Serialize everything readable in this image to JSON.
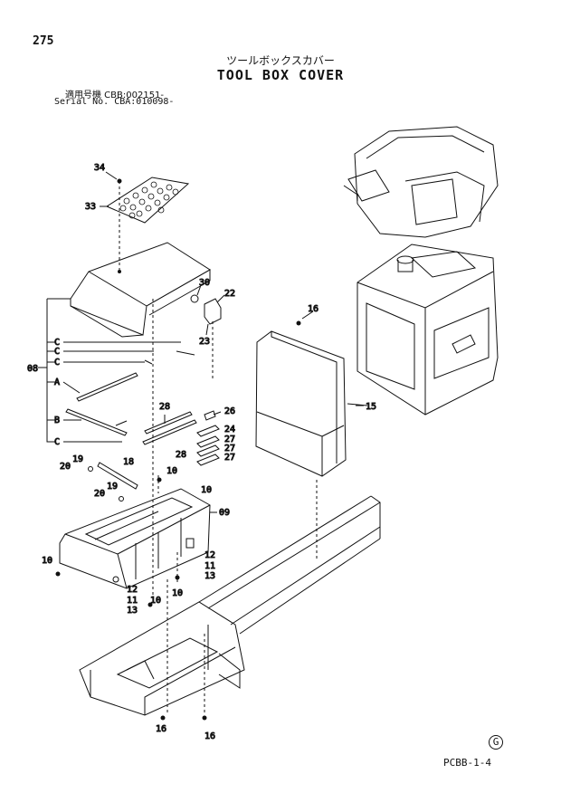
{
  "page_number": "275",
  "title_jp": "ツールボックスカバー",
  "title_en": "TOOL BOX COVER",
  "serial_line_1": "適用号機 CBB:002151-",
  "serial_line_2": "Serial No. CBA:010098-",
  "footer_code": "PCBB-1-4",
  "footer_mark": "G",
  "callouts": [
    "34",
    "33",
    "30",
    "22",
    "23",
    "16",
    "15",
    "08",
    "C",
    "C",
    "C",
    "A",
    "B",
    "C",
    "28",
    "26",
    "24",
    "27",
    "27",
    "27",
    "28",
    "18",
    "19",
    "20",
    "19",
    "20",
    "10",
    "10",
    "09",
    "10",
    "12",
    "11",
    "13",
    "12",
    "11",
    "13",
    "10",
    "10",
    "16",
    "16"
  ]
}
